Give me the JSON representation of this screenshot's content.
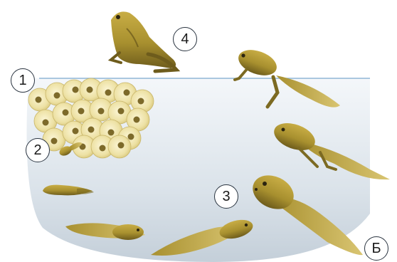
{
  "labels": {
    "eggs": "1",
    "hatchling": "2",
    "tadpole": "3",
    "adult_frog": "4",
    "corner": "Б"
  },
  "colors": {
    "water_line": "#8fb6d6",
    "water_top": "#f2f6f9",
    "water_bottom": "#c9d3dc",
    "egg_outer": "#efe6b0",
    "egg_core": "#7d6a2a",
    "body_olive": "#a8902f",
    "body_dark": "#6e5c1c",
    "badge_border": "#2a3440"
  }
}
